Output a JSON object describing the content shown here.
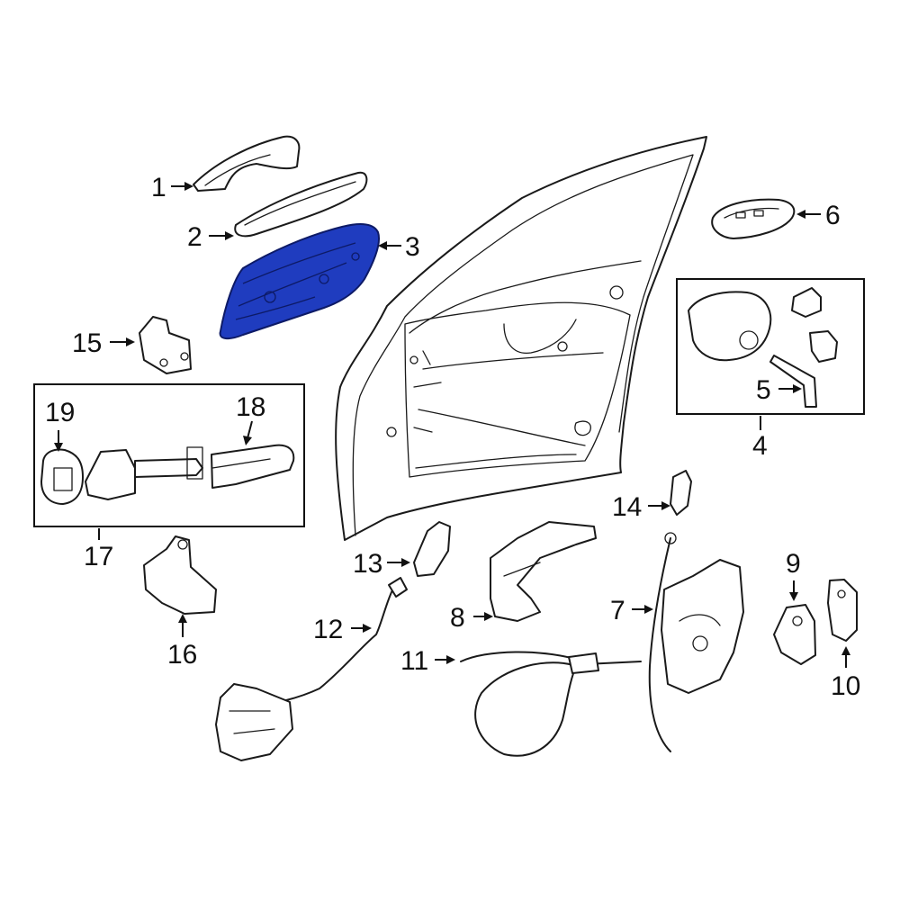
{
  "diagram": {
    "highlight_color": "#1f3cbf",
    "callouts": [
      {
        "id": "1",
        "label": "1"
      },
      {
        "id": "2",
        "label": "2"
      },
      {
        "id": "3",
        "label": "3"
      },
      {
        "id": "4",
        "label": "4"
      },
      {
        "id": "5",
        "label": "5"
      },
      {
        "id": "6",
        "label": "6"
      },
      {
        "id": "7",
        "label": "7"
      },
      {
        "id": "8",
        "label": "8"
      },
      {
        "id": "9",
        "label": "9"
      },
      {
        "id": "10",
        "label": "10"
      },
      {
        "id": "11",
        "label": "11"
      },
      {
        "id": "12",
        "label": "12"
      },
      {
        "id": "13",
        "label": "13"
      },
      {
        "id": "14",
        "label": "14"
      },
      {
        "id": "15",
        "label": "15"
      },
      {
        "id": "16",
        "label": "16"
      },
      {
        "id": "17",
        "label": "17"
      },
      {
        "id": "18",
        "label": "18"
      },
      {
        "id": "19",
        "label": "19"
      }
    ]
  }
}
